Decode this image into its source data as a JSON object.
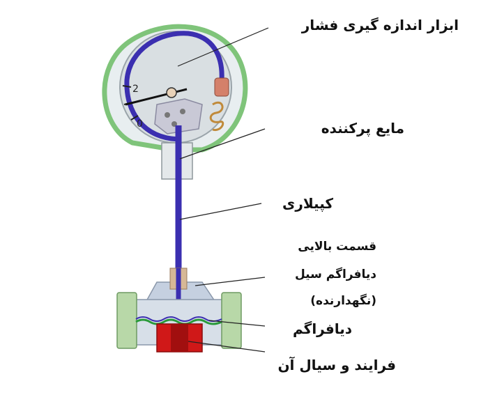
{
  "labels": {
    "gauge": "ابزار اندازه گیری فشار",
    "fill_fluid": "مایع پرکننده",
    "capillary": "کپیلاری",
    "seal_upper_1": "قسمت بالایی",
    "seal_upper_2": "دیافراگم سیل",
    "seal_upper_3": "(نگهدارنده)",
    "diaphragm": "دیافراگم",
    "process_fluid": "فرایند و سیال آن"
  },
  "dial": {
    "tick_2": "2",
    "tick_0": "0"
  },
  "colors": {
    "capillary": "#3b2fb0",
    "diaphragm": "#d01818",
    "gauge_rim": "#7fc47a",
    "gauge_face": "#d9dfe2",
    "seal_body": "#c5d0e0",
    "bolts": "#b8d8a8"
  }
}
